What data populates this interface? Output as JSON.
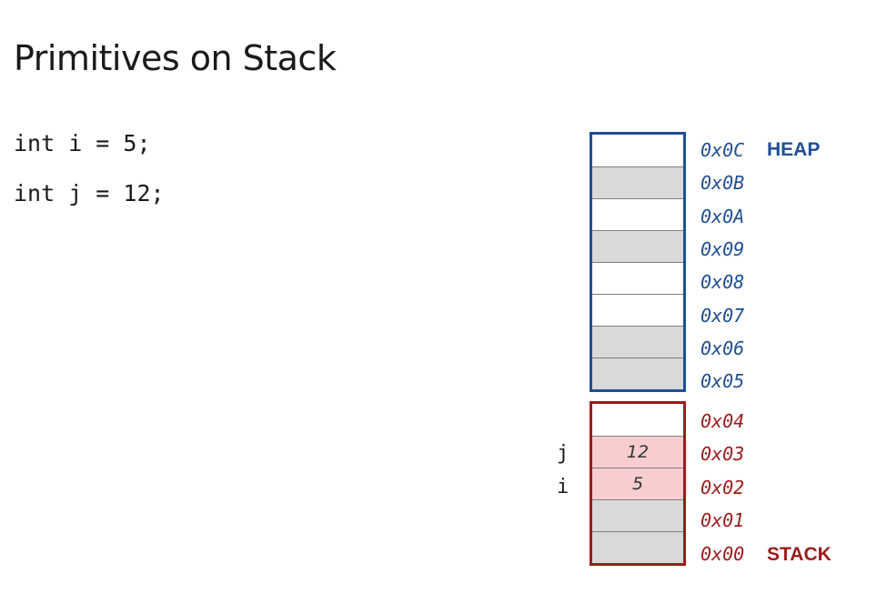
{
  "title": "Primitives on Stack",
  "code": [
    "int i = 5;",
    "int j = 12;"
  ],
  "colors": {
    "heap": "#1f4e96",
    "stack": "#9b1c1c",
    "filled_cell": "#f8cdd0",
    "gray_cell": "#d9d9d9"
  },
  "heap": {
    "label": "HEAP",
    "cells": [
      {
        "addr": "0x0C",
        "fill": "white",
        "value": ""
      },
      {
        "addr": "0x0B",
        "fill": "gray",
        "value": ""
      },
      {
        "addr": "0x0A",
        "fill": "white",
        "value": ""
      },
      {
        "addr": "0x09",
        "fill": "gray",
        "value": ""
      },
      {
        "addr": "0x08",
        "fill": "white",
        "value": ""
      },
      {
        "addr": "0x07",
        "fill": "white",
        "value": ""
      },
      {
        "addr": "0x06",
        "fill": "gray",
        "value": ""
      },
      {
        "addr": "0x05",
        "fill": "gray",
        "value": ""
      }
    ]
  },
  "stack": {
    "label": "STACK",
    "cells": [
      {
        "addr": "0x04",
        "fill": "white",
        "value": "",
        "var": ""
      },
      {
        "addr": "0x03",
        "fill": "pink",
        "value": "12",
        "var": "j"
      },
      {
        "addr": "0x02",
        "fill": "pink",
        "value": "5",
        "var": "i"
      },
      {
        "addr": "0x01",
        "fill": "gray",
        "value": "",
        "var": ""
      },
      {
        "addr": "0x00",
        "fill": "gray",
        "value": "",
        "var": ""
      }
    ]
  }
}
